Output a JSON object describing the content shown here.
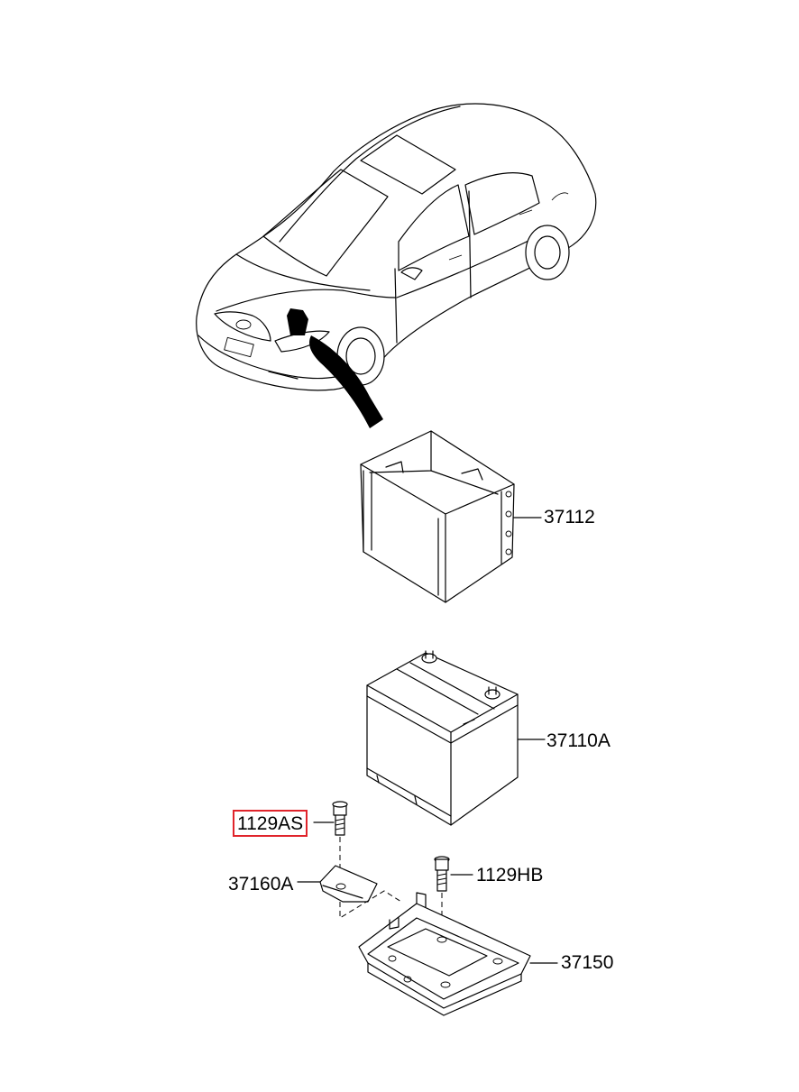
{
  "diagram": {
    "parts": [
      {
        "id": "battery-insulation-pad",
        "code": "37112"
      },
      {
        "id": "battery",
        "code": "37110A"
      },
      {
        "id": "bolt-as",
        "code": "1129AS",
        "highlighted": true,
        "highlight_color": "#e0242b"
      },
      {
        "id": "bolt-hb",
        "code": "1129HB"
      },
      {
        "id": "battery-clamp",
        "code": "37160A"
      },
      {
        "id": "battery-tray",
        "code": "37150"
      }
    ],
    "icons": [
      "car-illustration",
      "battery-insulation-pad-icon",
      "battery-icon",
      "bolt-icon",
      "clamp-icon",
      "tray-icon",
      "location-arrow-icon"
    ]
  }
}
